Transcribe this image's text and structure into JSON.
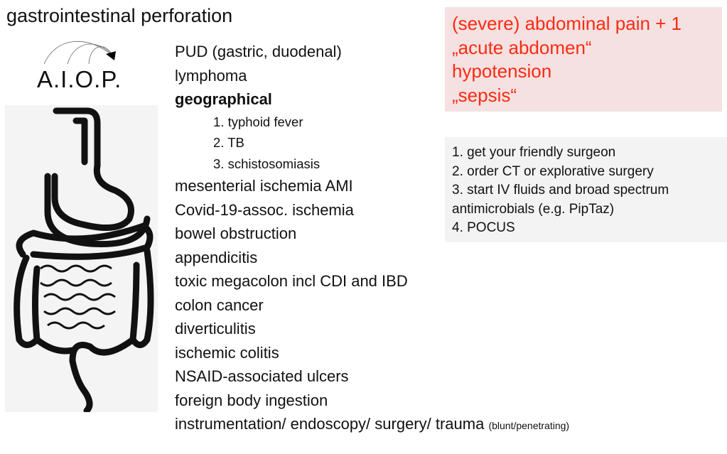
{
  "title": "gastrointestinal perforation",
  "mnemonic": "A.I.O.P.",
  "causes": [
    {
      "text": "PUD (gastric, duodenal)"
    },
    {
      "text": "lymphoma"
    },
    {
      "text": "geographical",
      "bold": true
    },
    {
      "text": "1. typhoid fever",
      "sub": true
    },
    {
      "text": "2. TB",
      "sub": true
    },
    {
      "text": "3. schistosomiasis",
      "sub": true
    },
    {
      "text": "mesenterial ischemia AMI"
    },
    {
      "text": "Covid-19-assoc. ischemia"
    },
    {
      "text": "bowel obstruction"
    },
    {
      "text": "appendicitis"
    },
    {
      "text": "toxic megacolon incl CDI and IBD"
    },
    {
      "text": "colon cancer"
    },
    {
      "text": "diverticulitis"
    },
    {
      "text": "ischemic colitis"
    },
    {
      "text": "NSAID-associated ulcers"
    },
    {
      "text": "foreign body ingestion"
    },
    {
      "text": "instrumentation/ endoscopy/ surgery/ trauma",
      "note": "(blunt/penetrating)"
    }
  ],
  "symptoms": [
    "(severe) abdominal pain + 1",
    "„acute abdomen“",
    "hypotension",
    "„sepsis“"
  ],
  "actions": [
    "1. get your friendly surgeon",
    "2. order CT or explorative surgery",
    "3. start IV fluids and broad spectrum",
    "antimicrobials (e.g. PipTaz)",
    "4. POCUS"
  ],
  "colors": {
    "symptom_text": "#fb2b14",
    "symptom_bg": "#f5e1e1",
    "action_bg": "#f3f3f3"
  }
}
